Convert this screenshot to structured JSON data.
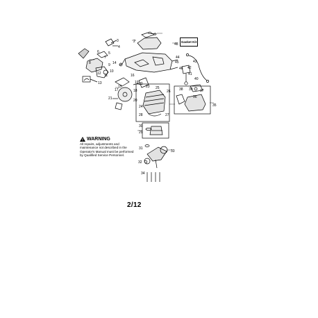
{
  "diagram": {
    "callouts": [
      "1",
      "2",
      "3",
      "4",
      "5",
      "6",
      "7",
      "8",
      "9",
      "10",
      "11",
      "12",
      "13",
      "14",
      "15",
      "16",
      "17",
      "18",
      "19",
      "20",
      "21",
      "22",
      "23",
      "24",
      "25",
      "26",
      "27",
      "28",
      "29",
      "30",
      "31",
      "32",
      "33",
      "34",
      "35",
      "36",
      "37",
      "38",
      "39",
      "40",
      "41",
      "42",
      "43",
      "44",
      "45",
      "46",
      "48"
    ],
    "gasket_kit_label": "Gasket Kit"
  },
  "warning": {
    "title": "WARNING",
    "body": "All repairs, adjustments and maintenance not described in the Operator's Manual must be performed by Qualified Service Personnel."
  },
  "page_number": "2/12"
}
